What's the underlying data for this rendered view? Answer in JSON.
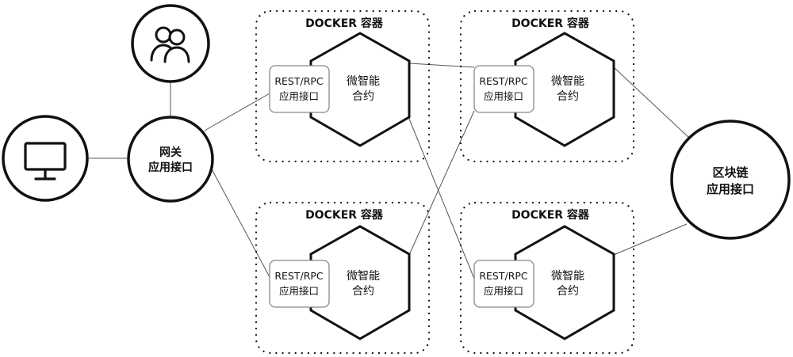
{
  "containers": [
    {
      "title": "DOCKER 容器",
      "api": [
        "REST/RPC",
        "应用接口"
      ],
      "contract": [
        "微智能",
        "合约"
      ]
    },
    {
      "title": "DOCKER 容器",
      "api": [
        "REST/RPC",
        "应用接口"
      ],
      "contract": [
        "微智能",
        "合约"
      ]
    },
    {
      "title": "DOCKER 容器",
      "api": [
        "REST/RPC",
        "应用接口"
      ],
      "contract": [
        "微智能",
        "合约"
      ]
    },
    {
      "title": "DOCKER 容器",
      "api": [
        "REST/RPC",
        "应用接口"
      ],
      "contract": [
        "微智能",
        "合约"
      ]
    }
  ],
  "gateway": {
    "lines": [
      "网关",
      "应用接口"
    ]
  },
  "blockchain": {
    "lines": [
      "区块链",
      "应用接口"
    ]
  },
  "icons": {
    "computer": "monitor-icon",
    "users": "users-icon"
  },
  "colors": {
    "stroke": "#111111",
    "thin_line": "#555555",
    "box": "#888888"
  }
}
